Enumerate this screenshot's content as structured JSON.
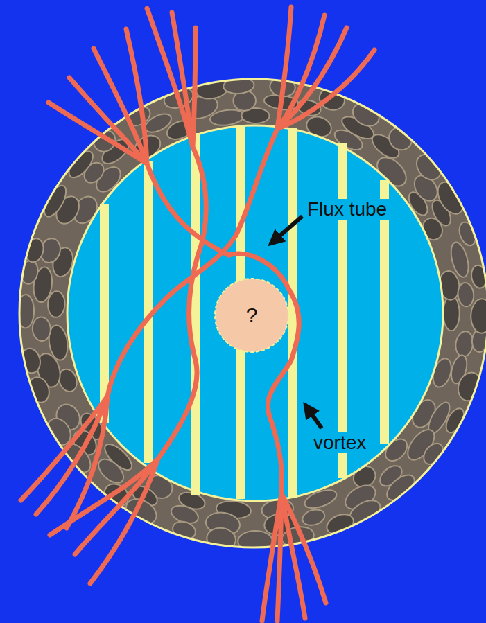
{
  "diagram": {
    "nodes": [
      {
        "text": [
          "?"
        ]
      }
    ],
    "labels": [
      "Flux tube",
      "vortex"
    ]
  }
}
